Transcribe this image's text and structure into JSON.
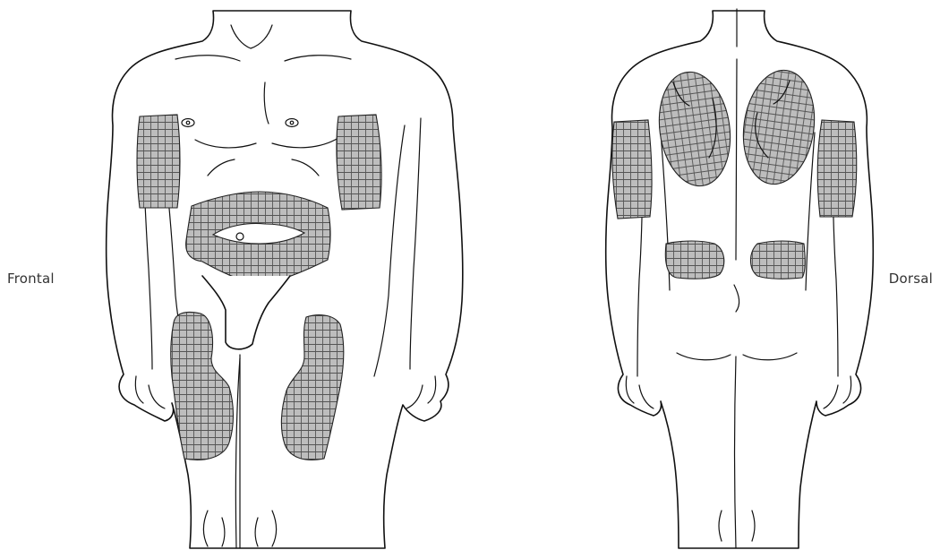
{
  "labels": {
    "frontal": "Frontal",
    "dorsal": "Dorsal"
  },
  "colors": {
    "line": "#111111",
    "zone_fill": "#bdbdbd",
    "grid": "#555555",
    "background": "#ffffff"
  },
  "views": [
    {
      "name": "frontal",
      "zones": [
        "upper-arm-left",
        "upper-arm-right",
        "abdomen",
        "thigh-left",
        "thigh-right"
      ]
    },
    {
      "name": "dorsal",
      "zones": [
        "upper-back-left",
        "upper-back-right",
        "upper-arm-left",
        "upper-arm-right",
        "lower-back-left",
        "lower-back-right"
      ]
    }
  ]
}
